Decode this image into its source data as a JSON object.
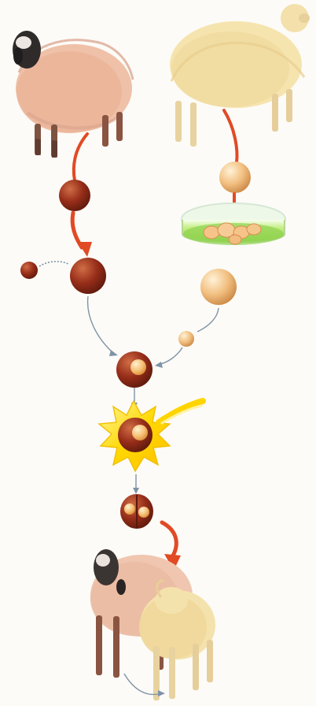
{
  "diagram": {
    "type": "sheep-cloning-process",
    "text_labels": [],
    "stages": [
      {
        "name": "donor-egg-sheep",
        "color": "#efc1a8"
      },
      {
        "name": "donor-cell-sheep",
        "color": "#f6e4af"
      },
      {
        "name": "enucleated-egg",
        "color": "#8e2d18"
      },
      {
        "name": "culture-dish",
        "color": "#aee060"
      },
      {
        "name": "fusion-spark",
        "color": "#ffd300"
      },
      {
        "name": "embryo",
        "color": "#8e2d18"
      },
      {
        "name": "surrogate-and-lamb",
        "color": "#f0c6b0"
      }
    ],
    "arrow_color": "#e14a25",
    "connector_color": "#7f93a6"
  }
}
